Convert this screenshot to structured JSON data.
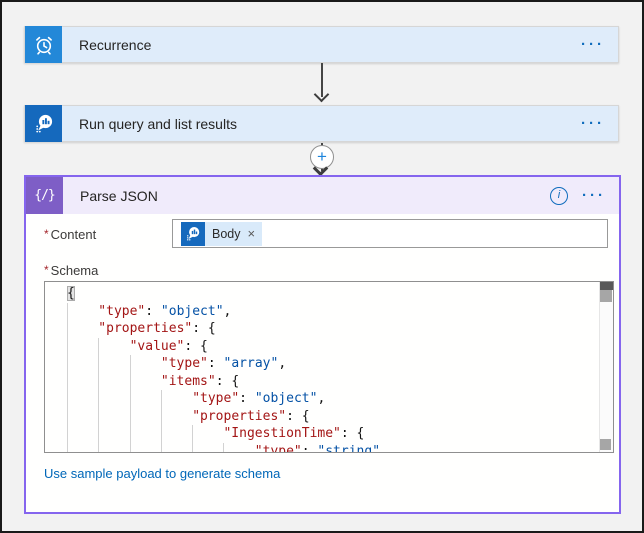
{
  "trigger_card": {
    "title": "Recurrence"
  },
  "query_card": {
    "title": "Run query and list results"
  },
  "parse_card": {
    "title": "Parse JSON",
    "content_field": {
      "required": "*",
      "label": "Content",
      "token_label": "Body"
    },
    "schema_field": {
      "required": "*",
      "label": "Schema"
    },
    "footer_link": "Use sample payload to generate schema",
    "schema_lines": [
      {
        "ind": 0,
        "seg": [
          [
            "hl",
            "{"
          ]
        ]
      },
      {
        "ind": 1,
        "seg": [
          [
            "k",
            "\"type\""
          ],
          [
            "p",
            ": "
          ],
          [
            "s",
            "\"object\""
          ],
          [
            "p",
            ","
          ]
        ]
      },
      {
        "ind": 1,
        "seg": [
          [
            "k",
            "\"properties\""
          ],
          [
            "p",
            ": {"
          ]
        ]
      },
      {
        "ind": 2,
        "seg": [
          [
            "k",
            "\"value\""
          ],
          [
            "p",
            ": {"
          ]
        ]
      },
      {
        "ind": 3,
        "seg": [
          [
            "k",
            "\"type\""
          ],
          [
            "p",
            ": "
          ],
          [
            "s",
            "\"array\""
          ],
          [
            "p",
            ","
          ]
        ]
      },
      {
        "ind": 3,
        "seg": [
          [
            "k",
            "\"items\""
          ],
          [
            "p",
            ": {"
          ]
        ]
      },
      {
        "ind": 4,
        "seg": [
          [
            "k",
            "\"type\""
          ],
          [
            "p",
            ": "
          ],
          [
            "s",
            "\"object\""
          ],
          [
            "p",
            ","
          ]
        ]
      },
      {
        "ind": 4,
        "seg": [
          [
            "k",
            "\"properties\""
          ],
          [
            "p",
            ": {"
          ]
        ]
      },
      {
        "ind": 5,
        "seg": [
          [
            "k",
            "\"IngestionTime\""
          ],
          [
            "p",
            ": {"
          ]
        ]
      },
      {
        "ind": 6,
        "seg": [
          [
            "k",
            "\"type\""
          ],
          [
            "p",
            ": "
          ],
          [
            "s",
            "\"string\""
          ]
        ]
      }
    ]
  },
  "icons": {
    "ellipsis": "···",
    "info": "i",
    "plus": "+",
    "close": "×",
    "parse_glyph": "{/}"
  },
  "colors": {
    "card_bg": "#dfecfa",
    "recurrence_icon": "#2388d8",
    "monitor_icon": "#1569bd",
    "parse_icon": "#7e5ec6",
    "panel_border": "#8565ee",
    "panel_header_bg": "#f0ebfb",
    "accent_blue": "#0f6cbd",
    "link": "#0067b8",
    "required_red": "#a4262c",
    "code_key": "#a31515",
    "code_string": "#0451a5"
  }
}
